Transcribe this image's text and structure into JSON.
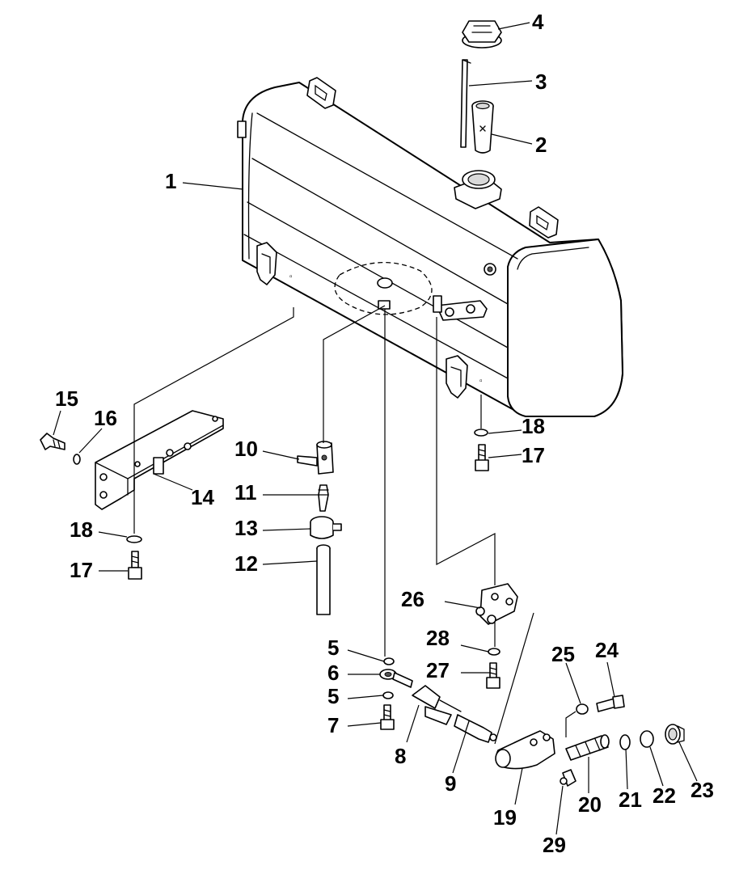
{
  "diagram": {
    "parts": [
      {
        "id": "tank",
        "icon": "fuel-tank-icon",
        "label": "1"
      },
      {
        "id": "strainer",
        "icon": "filler-strainer-icon",
        "label": "2"
      },
      {
        "id": "gauge-rod",
        "icon": "level-gauge-icon",
        "label": "3"
      },
      {
        "id": "cap",
        "icon": "filler-cap-icon",
        "label": "4"
      },
      {
        "id": "washer-a",
        "icon": "washer-icon",
        "label": "5"
      },
      {
        "id": "joint",
        "icon": "eye-joint-icon",
        "label": "6"
      },
      {
        "id": "washer-b",
        "icon": "washer-icon",
        "label": "5"
      },
      {
        "id": "joint-bolt",
        "icon": "bolt-icon",
        "label": "7"
      },
      {
        "id": "drain-cock",
        "icon": "drain-cock-icon",
        "label": "8"
      },
      {
        "id": "hose-fitting",
        "icon": "fitting-icon",
        "label": "9"
      },
      {
        "id": "adapter",
        "icon": "adapter-icon",
        "label": "10"
      },
      {
        "id": "elbow",
        "icon": "elbow-icon",
        "label": "11"
      },
      {
        "id": "hose",
        "icon": "hose-icon",
        "label": "12"
      },
      {
        "id": "clamp",
        "icon": "hose-clamp-icon",
        "label": "13"
      },
      {
        "id": "bracket",
        "icon": "bracket-icon",
        "label": "14"
      },
      {
        "id": "bracket-bolt",
        "icon": "bolt-icon",
        "label": "15"
      },
      {
        "id": "bracket-washer",
        "icon": "washer-icon",
        "label": "16"
      },
      {
        "id": "bolt-left",
        "icon": "bolt-icon",
        "label": "17"
      },
      {
        "id": "washer-left",
        "icon": "washer-icon",
        "label": "18"
      },
      {
        "id": "washer-right",
        "icon": "washer-icon",
        "label": "18"
      },
      {
        "id": "bolt-right",
        "icon": "bolt-icon",
        "label": "17"
      },
      {
        "id": "filter-body",
        "icon": "filter-body-icon",
        "label": "19"
      },
      {
        "id": "element",
        "icon": "filter-element-icon",
        "label": "20"
      },
      {
        "id": "ring",
        "icon": "snap-ring-icon",
        "label": "21"
      },
      {
        "id": "seal",
        "icon": "seal-icon",
        "label": "22"
      },
      {
        "id": "plug",
        "icon": "plug-icon",
        "label": "23"
      },
      {
        "id": "filter-bolt",
        "icon": "bolt-icon",
        "label": "24"
      },
      {
        "id": "filter-washer",
        "icon": "washer-icon",
        "label": "25"
      },
      {
        "id": "filter-bracket",
        "icon": "bracket-icon",
        "label": "26"
      },
      {
        "id": "filter-bracket-bolt",
        "icon": "bolt-icon",
        "label": "27"
      },
      {
        "id": "filter-bracket-washer",
        "icon": "washer-icon",
        "label": "28"
      },
      {
        "id": "nipple",
        "icon": "nipple-icon",
        "label": "29"
      }
    ]
  }
}
